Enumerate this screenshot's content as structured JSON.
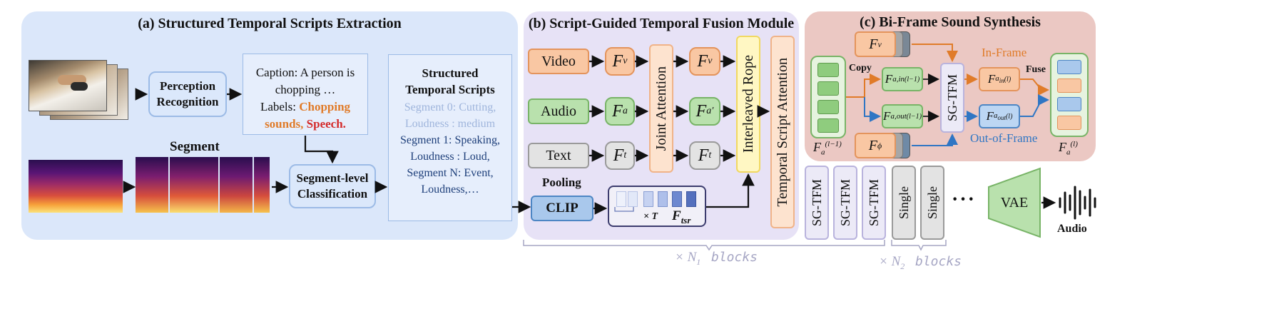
{
  "panel_a": {
    "title": "(a) Structured Temporal Scripts Extraction",
    "perception": [
      "Perception",
      "Recognition"
    ],
    "caption_lines": [
      "Caption: A person is",
      "chopping …"
    ],
    "labels_prefix": "Labels: ",
    "labels_orange": "Chopping",
    "labels_orange2": "sounds,",
    "labels_red": "Speech.",
    "segment_label": "Segment",
    "segcls": [
      "Segment-level",
      "Classification"
    ],
    "scripts_title": [
      "Structured",
      "Temporal Scripts"
    ],
    "scripts_lines": [
      "Segment 0: Cutting,",
      "Loudness : medium",
      "Segment 1: Speaking,",
      "Loudness : Loud,",
      "Segment N: Event,",
      "Loudness,…"
    ]
  },
  "panel_b": {
    "title": "(b) Script-Guided Temporal Fusion Module",
    "video": "Video",
    "audio": "Audio",
    "text": "Text",
    "joint_attention": "Joint Attention",
    "interleaved_rope": "Interleaved Rope",
    "temporal_attention": "Temporal Script Attention",
    "pooling": "Pooling",
    "clip": "CLIP",
    "times_t": "× T",
    "f_tsr": "F",
    "f_tsr_sub": "tsr"
  },
  "panel_c": {
    "title": "(c) Bi-Frame Sound Synthesis",
    "copy": "Copy",
    "sgtfm": "SG-TFM",
    "in_frame": "In-Frame",
    "out_of_frame": "Out-of-Frame",
    "fuse": "Fuse"
  },
  "bottom": {
    "sgtfm_blocks": [
      "SG-TFM",
      "SG-TFM",
      "SG-TFM"
    ],
    "single_blocks": [
      "Single",
      "Single"
    ],
    "ellipsis": "···",
    "vae": "VAE",
    "audio_out": "Audio",
    "n1": "× N",
    "n1_sub": "1",
    "n1_blocks": "blocks",
    "n2": "× N",
    "n2_sub": "2",
    "n2_blocks": "blocks"
  },
  "colors": {
    "panel_a_bg": "#dbe7fa",
    "panel_b_bg": "#e7e2f6",
    "panel_c_bg": "#ebc8c3",
    "orange_text": "#e07b29",
    "red_text": "#d42a2a",
    "faded_text": "#9fb5dc",
    "blue_arrow": "#2f76c4",
    "orange_arrow": "#e07b29"
  }
}
